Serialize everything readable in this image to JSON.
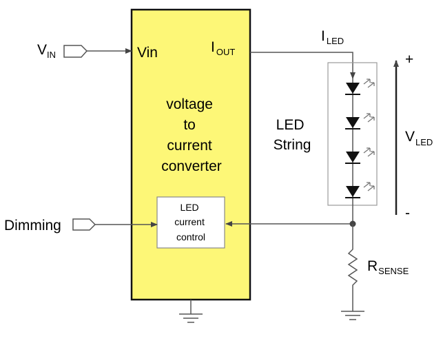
{
  "inputs": {
    "vin": {
      "main": "V",
      "sub": "IN"
    },
    "dimming": "Dimming"
  },
  "converter": {
    "pin_in": "Vin",
    "pin_out": {
      "main": "I",
      "sub": "OUT"
    },
    "title_lines": [
      "voltage",
      "to",
      "current",
      "converter"
    ],
    "control_lines": [
      "LED",
      "current",
      "control"
    ],
    "fill_color": "#fdf777"
  },
  "led": {
    "current": {
      "main": "I",
      "sub": "LED"
    },
    "string_lines": [
      "LED",
      "String"
    ],
    "voltage": {
      "main": "V",
      "sub": "LED"
    },
    "plus": "+",
    "minus": "-",
    "count": 4
  },
  "sense": {
    "main": "R",
    "sub": "SENSE"
  }
}
